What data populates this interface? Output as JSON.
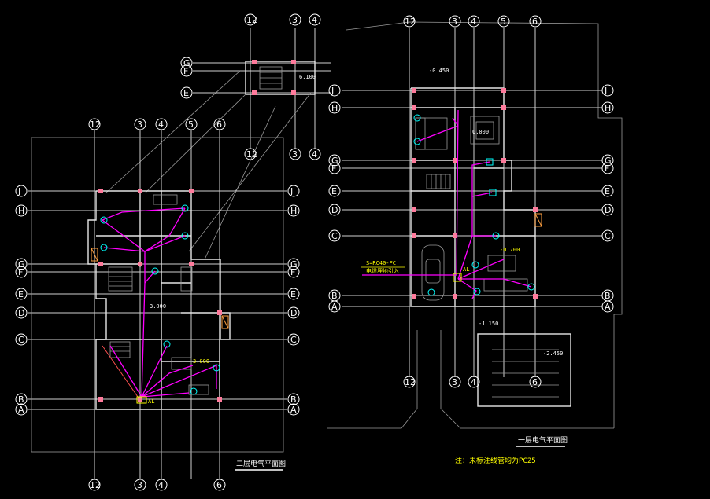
{
  "axes": {
    "top_small": [
      "12",
      "3",
      "4"
    ],
    "left_top": [
      "12",
      "3",
      "4",
      "5",
      "6"
    ],
    "left_bottom": [
      "12",
      "3",
      "4",
      "6"
    ],
    "right_top": [
      "12",
      "3",
      "4",
      "5",
      "6"
    ],
    "right_bottom": [
      "12",
      "3",
      "4",
      "6"
    ],
    "rows_small": [
      "G",
      "F",
      "E"
    ],
    "rows_left": [
      "J",
      "H",
      "G",
      "F",
      "E",
      "D",
      "C",
      "B",
      "A"
    ],
    "rows_right": [
      "J",
      "H",
      "G",
      "F",
      "E",
      "D",
      "C",
      "B",
      "A"
    ]
  },
  "annotations": {
    "elev_top_small": "6.100",
    "elev_right_top": "-0.450",
    "elev_right_bottom": "-1.150",
    "elev_right_garage": "-2.450",
    "cable_spec": "S=RC40-FC",
    "cable_note": "电缆埋地引入",
    "box_left": "AL",
    "box_right": "AL",
    "left_label_1": "3.000",
    "left_label_2": "3.000",
    "right_label_1": "-0.700",
    "right_label_2": "0.000"
  },
  "titles": {
    "left_plan": "二层电气平面图",
    "right_plan": "一层电气平面图",
    "note": "注：未标注线管均为PC25"
  },
  "colors": {
    "background": "#000000",
    "grid": "#cfcfcf",
    "wiring": "#ff00ff",
    "columns": "#ff7b9c",
    "fixtures": "#00ffff",
    "labels": "#ffff00"
  }
}
